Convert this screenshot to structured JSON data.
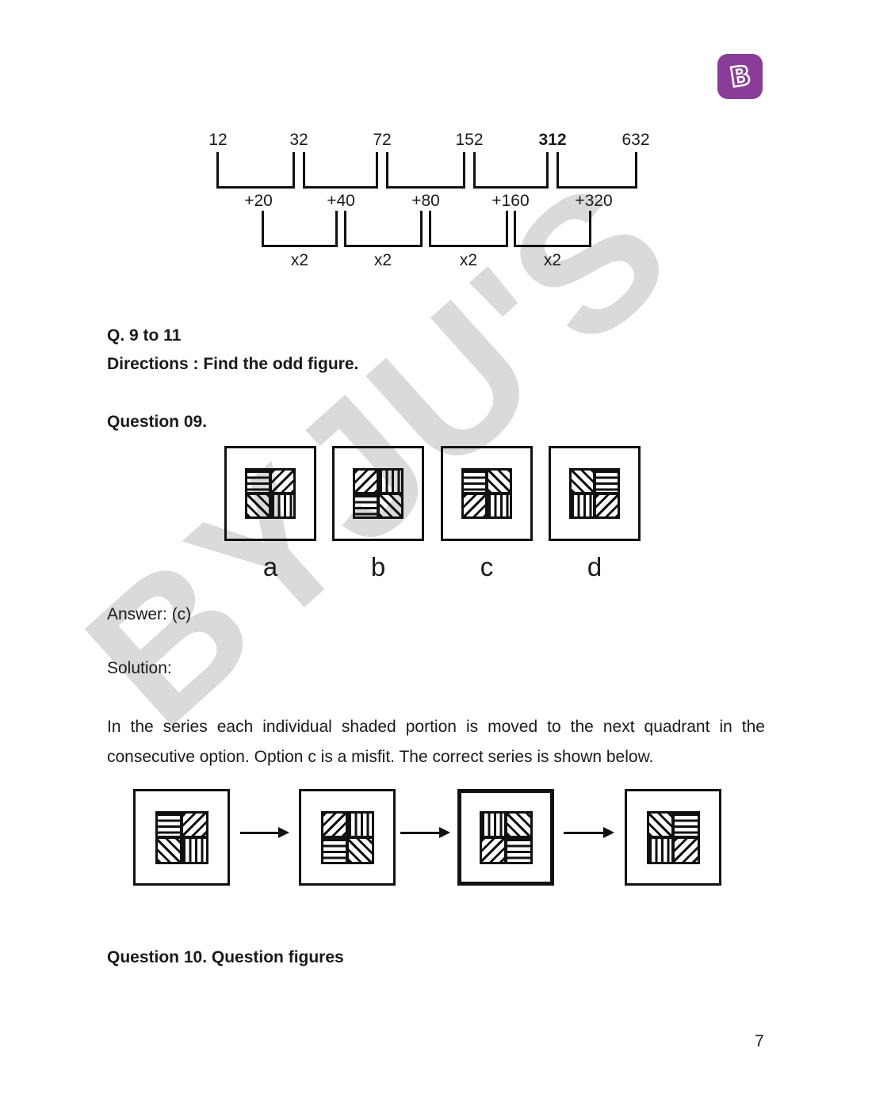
{
  "logo": {
    "letter": "B",
    "bg_color": "#8a3d98"
  },
  "watermark": {
    "text": "BYJU'S"
  },
  "series_diagram": {
    "numbers": [
      "12",
      "32",
      "72",
      "152",
      "312",
      "632"
    ],
    "bold_number": "312",
    "differences": [
      "+20",
      "+40",
      "+80",
      "+160",
      "+320"
    ],
    "multipliers": [
      "x2",
      "x2",
      "x2",
      "x2"
    ]
  },
  "content": {
    "range_heading": "Q. 9 to 11",
    "directions": "Directions : Find the odd figure.",
    "question_label": "Question 09.",
    "options": [
      {
        "label": "a",
        "quadrants": [
          "h",
          "d1",
          "d2",
          "v"
        ]
      },
      {
        "label": "b",
        "quadrants": [
          "d1",
          "v",
          "h",
          "d2"
        ]
      },
      {
        "label": "c",
        "quadrants": [
          "h",
          "d2",
          "d1",
          "v"
        ]
      },
      {
        "label": "d",
        "quadrants": [
          "d2",
          "h",
          "v",
          "d1"
        ]
      }
    ],
    "answer": "Answer: (c)",
    "solution_label": "Solution:",
    "solution_lines": [
      "In the series each individual shaded portion is moved to the next quadrant in the",
      "consecutive option. Option c is a misfit. The correct series is shown below."
    ],
    "correct_series": [
      {
        "quadrants": [
          "h",
          "d1",
          "d2",
          "v"
        ],
        "highlight": false
      },
      {
        "quadrants": [
          "d1",
          "v",
          "h",
          "d2"
        ],
        "highlight": false
      },
      {
        "quadrants": [
          "v",
          "d2",
          "d1",
          "h"
        ],
        "highlight": true
      },
      {
        "quadrants": [
          "d2",
          "h",
          "v",
          "d1"
        ],
        "highlight": false
      }
    ],
    "next_question_label": "Question 10. Question figures"
  },
  "page": {
    "number": "7"
  }
}
